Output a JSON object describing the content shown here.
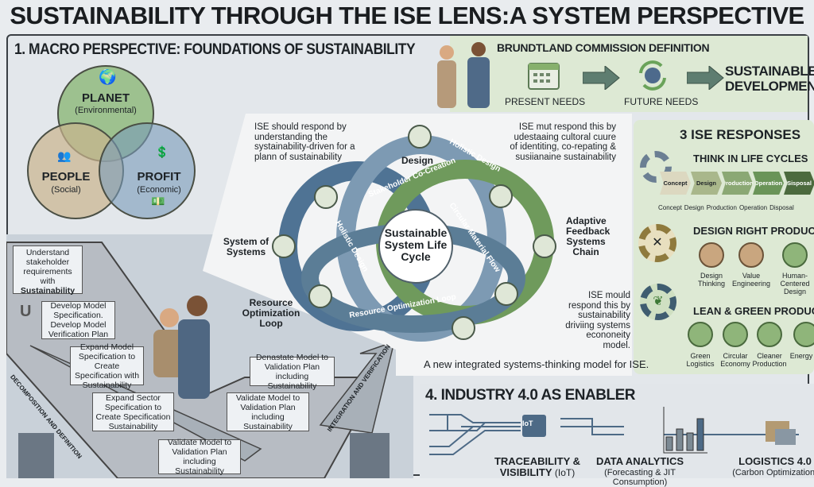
{
  "title": "SUSTAINABILITY THROUGH THE ISE LENS:A SYSTEM PERSPECTIVE",
  "macro": {
    "heading": "1. MACRO PERSPECTIVE: FOUNDATIONS OF SUSTAINABILITY",
    "planet": {
      "name": "PLANET",
      "sub": "(Environmental)"
    },
    "people": {
      "name": "PEOPLE",
      "sub": "(Social)"
    },
    "profit": {
      "name": "PROFIT",
      "sub": "(Economic)"
    }
  },
  "brundtland": {
    "heading": "BRUNDTLAND COMMISSION DEFINITION",
    "present": "PRESENT NEEDS",
    "future": "FUTURE NEEDS",
    "result_line1": "SUSTAINABLE",
    "result_line2": "DEVELOPMENT"
  },
  "cycle": {
    "center": "Sustainable System Life Cycle",
    "nodes": {
      "design": "Design",
      "adaptive": "Adaptive Feedback Systems Chain",
      "sos": "System of Systems",
      "resource": "Resource Optimization Loop"
    },
    "bands": {
      "holistic1": "Holistic Design",
      "holistic2": "Holistic Design",
      "stakeholder": "Stakeholder Co-Creation",
      "circular": "Circular Material Flow",
      "resource": "Resource Optimization Loop"
    },
    "ann_left": "ISE should respond by understanding the systainability-driven for a plann of sustainability",
    "ann_right": "ISE mut respond this by udestaaing cultoral cuure of identiting, co-repating & susiianaine sustainability",
    "ann_br": "ISE mould respond this by sustainability driviing systems econoneity model.",
    "caption": "A new integrated systems-thinking model for ISE."
  },
  "vmodel": {
    "u_icon": "U",
    "left_arrow": "DECOMPOSITION AND DEFINITION",
    "right_arrow": "INTEGRATION AND VERIFICATION",
    "steps": [
      "Understand stakeholder requirements with",
      "Sustainability",
      "Develop Model Specification. Develop Model Verification Plan",
      "Expand Model Specification to Create Specification with Sustainability",
      "Expand Sector Specification to Create Specification Sustainability",
      "Validate Model to Validation Plan including Sustainability",
      "Validate Model to Validation Plan including Sustainability",
      "Denastate Model to Validation Plan including Sustainability"
    ]
  },
  "responses": {
    "heading": "3 ISE RESPONSES",
    "life": {
      "heading": "THINK IN LIFE CYCLES",
      "chevrons": [
        "Concept",
        "Design",
        "Production",
        "Operation",
        "Sisposal"
      ],
      "labels": [
        "Concept",
        "Design",
        "Production",
        "Operation",
        "Disposal"
      ]
    },
    "products": {
      "heading": "DESIGN RIGHT PRODUCTS",
      "items": [
        "Design Thinking",
        "Value Engineering",
        "Human-Centered Design"
      ]
    },
    "lean": {
      "heading": "LEAN & GREEN PRODUCTION",
      "items": [
        "Green Logistics",
        "Circular Economy",
        "Cleaner Production",
        "Energy"
      ]
    }
  },
  "industry": {
    "heading": "4. INDUSTRY 4.0 AS ENABLER",
    "iot_chip": "IoT",
    "trace": {
      "title1": "TRACEABILITY &",
      "title2": "VISIBILITY",
      "sub": "(IoT)"
    },
    "analytics": {
      "title": "DATA ANALYTICS",
      "sub": "(Forecasting & JIT Consumption)"
    },
    "logistics": {
      "title": "LOGISTICS 4.0",
      "sub": "(Carbon Optimization)"
    }
  },
  "colors": {
    "green": "#7fa86a",
    "blue": "#5f7f9c",
    "tan": "#c9b48d",
    "panel": "#dde9d4"
  }
}
